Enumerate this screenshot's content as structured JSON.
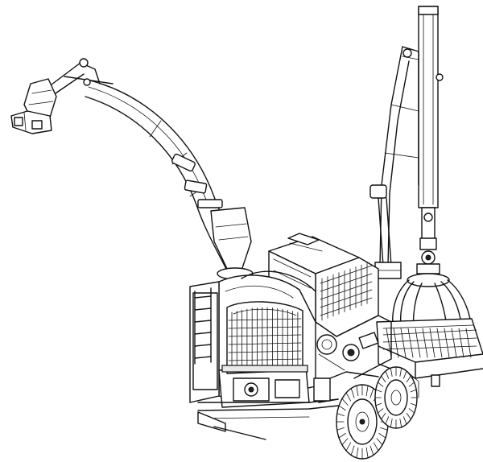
{
  "figure": {
    "subject": "wood-chipper-line-drawing",
    "background_color": "#ffffff",
    "stroke_color": "#111111"
  },
  "parts": [
    {
      "id": "discharge-chute",
      "icon": "chute-icon"
    },
    {
      "id": "crane-boom",
      "icon": "crane-icon"
    },
    {
      "id": "grapple",
      "icon": "grapple-icon"
    },
    {
      "id": "chipper-housing",
      "icon": "housing-icon"
    },
    {
      "id": "radiator-grille",
      "icon": "grille-icon"
    },
    {
      "id": "engine-compartment",
      "icon": "engine-icon"
    },
    {
      "id": "side-ladder",
      "icon": "ladder-icon"
    },
    {
      "id": "infeed-table",
      "icon": "infeed-icon"
    },
    {
      "id": "wheels",
      "icon": "wheel-icon"
    }
  ]
}
